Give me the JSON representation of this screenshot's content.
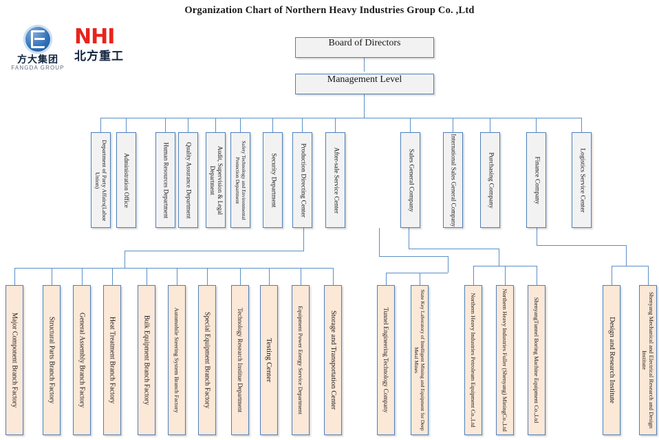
{
  "page": {
    "title": "Organization Chart of Northern Heavy Industries  Group Co. ,Ltd"
  },
  "logos": {
    "fangda": {
      "cn": "方大集团",
      "en": "FANGDA GROUP"
    },
    "nhi": {
      "mark": "NHI",
      "cn": "北方重工"
    }
  },
  "colors": {
    "box_border": "#4a7ebb",
    "box_fill": "#f2f2f2",
    "box_fill_accent": "#fce8d7",
    "connector": "#5b8fc4",
    "logo_red": "#e8241c",
    "logo_blue": "#2e6fb7"
  },
  "chart_data": {
    "type": "diagram",
    "title": "Organization Chart of Northern Heavy Industries  Group Co. ,Ltd",
    "nodes": {
      "board": "Board of Directors",
      "management": "Management Level"
    },
    "level2_left": [
      "Department of Party Affairs(Labor Union)",
      "Administration Office",
      "Human Resources Department",
      "Quality Assurance Department",
      "Audit, Supervision & Legal Department",
      "Safety Technology and Environmental Protection Department",
      "Security Department",
      "Production Directing Center",
      "After-sale Service Center"
    ],
    "level2_right": [
      "Sales General Company",
      "International Sales General Company",
      "Purchasing Company",
      "Finance Company",
      "Logistics Service Center"
    ],
    "level3_production": [
      "Major Component Branch Factory",
      "Structural Parts Branch Factory",
      "General Assembly Branch Factory",
      "Heat Treatment Branch Factory",
      "Bulk Equipment Branch Factory",
      "Automobile Steering System Branch Factory",
      "Special Equipment Branch Factory",
      "Technology Research Institue Department",
      "Testing Center",
      "Equipment Power Energy Service Department",
      "Storage and Transportation Center"
    ],
    "level3_sales": [
      "Tunnel Engineering Technology Company",
      "State Key Laboratory of Intelligent Mining and Equipment for Deep Metal Mines"
    ],
    "level3_subsidiaries": [
      "Northern Heavy Industries Petroleum Equipment Co.,Ltd",
      "Northern Heavy Industries Fuller (Shenyang) MiningCo.,Ltd",
      "ShenyangTunnel Boring Machine Equipment Co.,Ltd"
    ],
    "level3_institutes": [
      "Design and Research Institute",
      "Shenyang Mechanical and Electrical Research and Design Institute"
    ]
  }
}
